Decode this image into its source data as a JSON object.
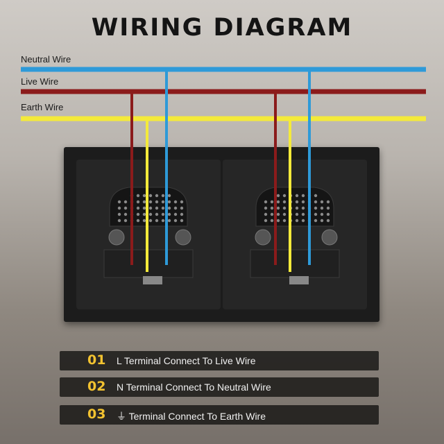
{
  "title": "WIRING DIAGRAM",
  "wires": [
    {
      "label": "Neutral Wire",
      "color": "#2e9ad8"
    },
    {
      "label": "Live Wire",
      "color": "#8b1b1b"
    },
    {
      "label": "Earth Wire",
      "color": "#f4ea3a"
    }
  ],
  "steps": [
    {
      "num": "01",
      "text": "L Terminal Connect To Live Wire"
    },
    {
      "num": "02",
      "text": "N Terminal Connect To Neutral Wire"
    },
    {
      "num": "03",
      "text": "⏚ Terminal Connect To Earth Wire"
    }
  ]
}
